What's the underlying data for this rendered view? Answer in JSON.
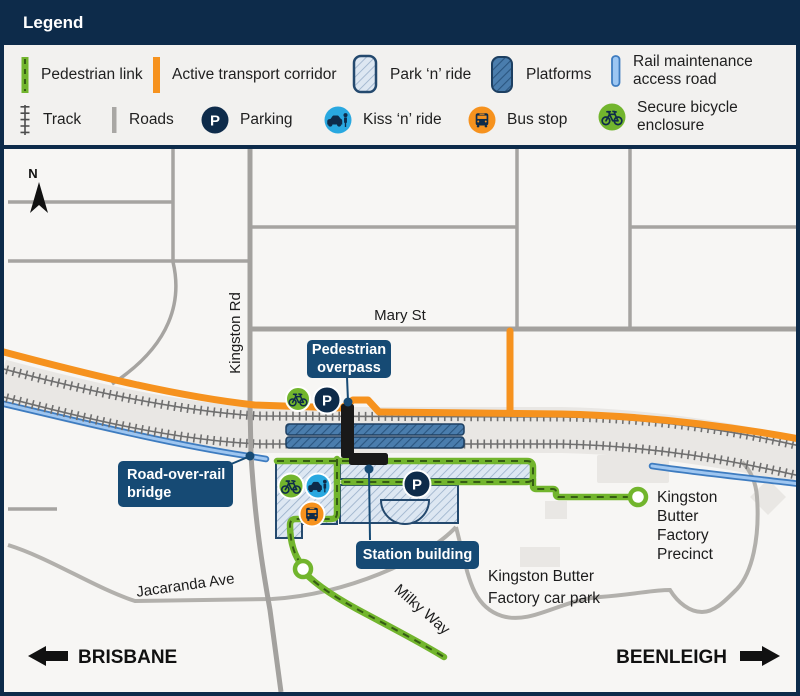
{
  "legend": {
    "title": "Legend",
    "row1": [
      {
        "icon": "pedestrian-link-swatch",
        "label": "Pedestrian link"
      },
      {
        "icon": "active-transport-corridor-swatch",
        "label": "Active transport corridor"
      },
      {
        "icon": "park-n-ride-swatch",
        "label": "Park ‘n’ ride"
      },
      {
        "icon": "platforms-swatch",
        "label": "Platforms"
      },
      {
        "icon": "rail-maintenance-road-swatch",
        "label": "Rail maintenance access road",
        "lines": [
          "Rail maintenance",
          "access road"
        ]
      }
    ],
    "row2": [
      {
        "icon": "track-swatch",
        "label": "Track"
      },
      {
        "icon": "roads-swatch",
        "label": "Roads"
      },
      {
        "icon": "parking-icon",
        "label": "Parking"
      },
      {
        "icon": "kiss-n-ride-icon",
        "label": "Kiss ‘n’ ride"
      },
      {
        "icon": "bus-stop-icon",
        "label": "Bus stop"
      },
      {
        "icon": "secure-bicycle-enclosure-icon",
        "label": "Secure bicycle enclosure",
        "lines": [
          "Secure bicycle",
          "enclosure"
        ]
      }
    ]
  },
  "map": {
    "north_label": "N",
    "parking_letter": "P",
    "streets": {
      "mary": "Mary St",
      "kingston": "Kingston Rd",
      "jacaranda": "Jacaranda Ave",
      "milky_way": "Milky Way"
    },
    "callouts": {
      "pedestrian_overpass": {
        "lines": [
          "Pedestrian",
          "overpass"
        ]
      },
      "road_over_rail": {
        "lines": [
          "Road-over-rail",
          "bridge"
        ]
      },
      "station_building": {
        "label": "Station building"
      }
    },
    "places": {
      "butter_car_park": {
        "lines": [
          "Kingston Butter",
          "Factory car park"
        ]
      },
      "butter_precinct": {
        "lines": [
          "Kingston",
          "Butter",
          "Factory",
          "Precinct"
        ]
      }
    },
    "directions": {
      "west": "BRISBANE",
      "east": "BEENLEIGH"
    }
  },
  "colors": {
    "navy": "#0d2b4a",
    "callout_navy": "#164a74",
    "active_transport_orange": "#f6921e",
    "pedestrian_green": "#72b52d",
    "green_dash": "#355c14",
    "kiss_n_ride_blue": "#29a8e0",
    "bus_stop_orange": "#f6921e",
    "rail_maintenance_blue": "#9cc6f2",
    "rail_maintenance_border": "#3e7cc0",
    "platform_blue": "#4a7dad",
    "park_n_ride_fill": "#dde7f2",
    "road_gray": "#a6a4a1"
  }
}
